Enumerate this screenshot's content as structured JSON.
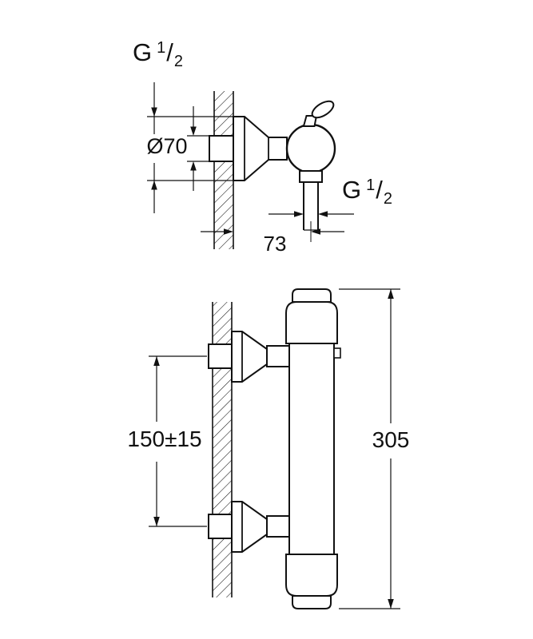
{
  "colors": {
    "line": "#111111",
    "background": "#ffffff"
  },
  "dimensions": {
    "inlet_thread": {
      "base": "G",
      "numerator": "1",
      "slash": "/",
      "denominator": "2"
    },
    "escutcheon_diameter": "Ø70",
    "wall_to_spout_depth": "73",
    "outlet_thread": {
      "base": "G",
      "numerator": "1",
      "slash": "/",
      "denominator": "2"
    },
    "connection_spacing": "150±15",
    "overall_height": "305"
  }
}
